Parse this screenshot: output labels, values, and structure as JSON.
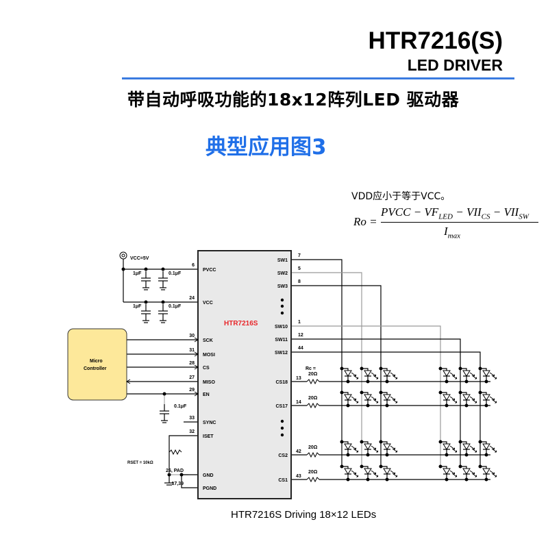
{
  "header": {
    "title": "HTR7216(S)",
    "subtitle": "LED DRIVER",
    "cn_title": "带自动呼吸功能的18x12阵列LED  驱动器",
    "figure_title": "典型应用图3",
    "accent_color": "#1f6fe8",
    "rule_color": "#3a7be0"
  },
  "note": "VDD应小于等于VCC。",
  "formula": {
    "lhs": "Ro =",
    "numerator_parts": [
      "PVCC − VF",
      "LED",
      " − VII",
      "CS",
      " − VII",
      "SW"
    ],
    "denominator": "I",
    "denominator_sub": "max"
  },
  "schematic": {
    "chip_name": "HTR7216S",
    "chip_name_color": "#e8262a",
    "supply_label": "VCC=5V",
    "mcu_label_1": "Micro",
    "mcu_label_2": "Controller",
    "mcu_color": "#fde89a",
    "caps": [
      "1μF",
      "0.1μF",
      "1μF",
      "0.1μF",
      "0.1μF"
    ],
    "rset_label": "RSET = 10kΩ",
    "rc_label": "Rc =",
    "resistor_value": "20Ω",
    "left_pins": [
      {
        "name": "PVCC",
        "num": "6"
      },
      {
        "name": "VCC",
        "num": "24"
      },
      {
        "name": "SCK",
        "num": "30"
      },
      {
        "name": "MOSI",
        "num": "31"
      },
      {
        "name": "CS",
        "num": "28"
      },
      {
        "name": "MISO",
        "num": "27"
      },
      {
        "name": "EN",
        "num": "29"
      },
      {
        "name": "SYNC",
        "num": "33"
      },
      {
        "name": "ISET",
        "num": "32"
      },
      {
        "name": "GND",
        "num": "26, PAD"
      },
      {
        "name": "PGND",
        "num": "17,39"
      }
    ],
    "sw_pins": [
      {
        "name": "SW1",
        "num": "7"
      },
      {
        "name": "SW2",
        "num": "5"
      },
      {
        "name": "SW3",
        "num": "8"
      },
      {
        "name": "SW10",
        "num": "1"
      },
      {
        "name": "SW11",
        "num": "12"
      },
      {
        "name": "SW12",
        "num": "44"
      }
    ],
    "cs_pins": [
      {
        "name": "CS18",
        "num": "13"
      },
      {
        "name": "CS17",
        "num": "14"
      },
      {
        "name": "CS2",
        "num": "42"
      },
      {
        "name": "CS1",
        "num": "43"
      }
    ]
  },
  "caption": "HTR7216S Driving 18×12 LEDs"
}
